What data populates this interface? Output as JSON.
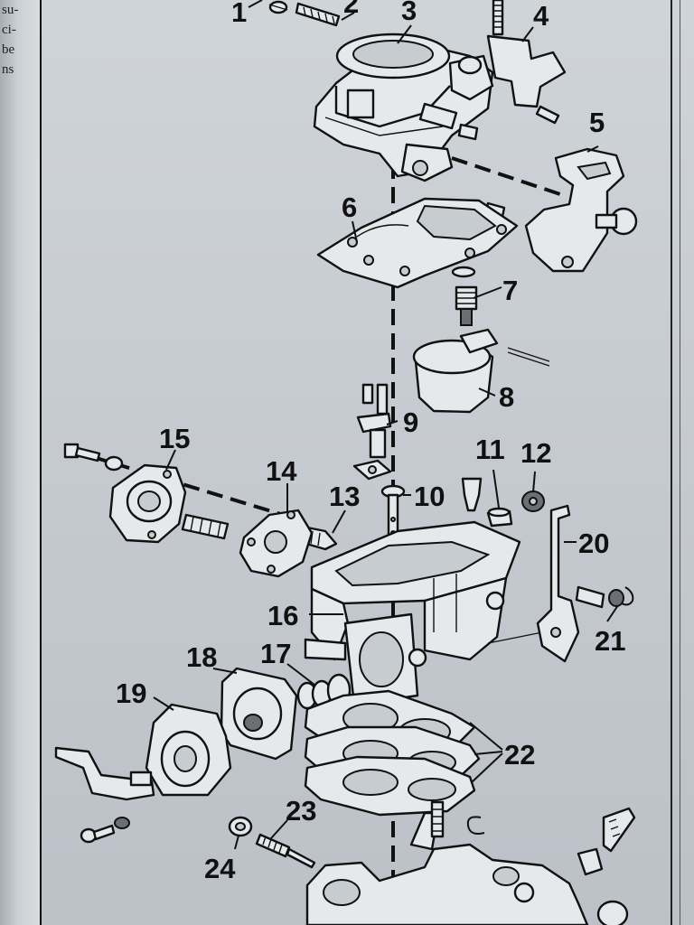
{
  "page_edge_text": [
    "su-",
    "ci-",
    "be",
    "ns"
  ],
  "part_labels": [
    {
      "id": "1",
      "text": "1"
    },
    {
      "id": "2",
      "text": "2"
    },
    {
      "id": "3",
      "text": "3"
    },
    {
      "id": "4",
      "text": "4"
    },
    {
      "id": "5",
      "text": "5"
    },
    {
      "id": "6",
      "text": "6"
    },
    {
      "id": "7",
      "text": "7"
    },
    {
      "id": "8",
      "text": "8"
    },
    {
      "id": "9",
      "text": "9"
    },
    {
      "id": "10",
      "text": "10"
    },
    {
      "id": "11",
      "text": "11"
    },
    {
      "id": "12",
      "text": "12"
    },
    {
      "id": "13",
      "text": "13"
    },
    {
      "id": "14",
      "text": "14"
    },
    {
      "id": "15",
      "text": "15"
    },
    {
      "id": "16",
      "text": "16"
    },
    {
      "id": "17",
      "text": "17"
    },
    {
      "id": "18",
      "text": "18"
    },
    {
      "id": "19",
      "text": "19"
    },
    {
      "id": "20",
      "text": "20"
    },
    {
      "id": "21",
      "text": "21"
    },
    {
      "id": "22",
      "text": "22"
    },
    {
      "id": "23",
      "text": "23"
    },
    {
      "id": "24",
      "text": "24"
    }
  ],
  "colors": {
    "ink": "#111111",
    "paper": "#cfd4d9",
    "part_fill": "#e6e9ec"
  }
}
